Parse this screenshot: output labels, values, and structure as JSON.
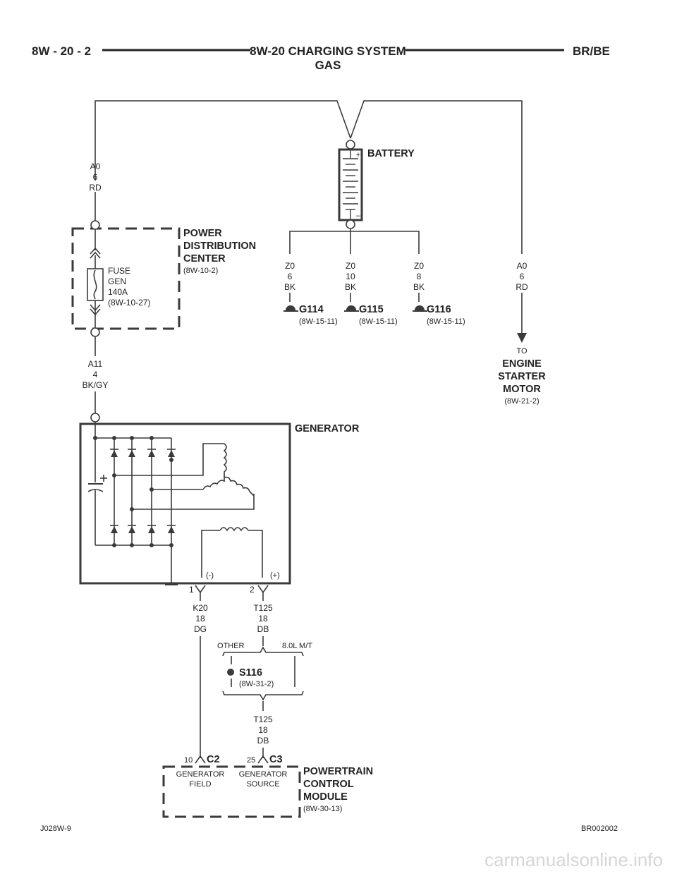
{
  "header": {
    "left": "8W - 20 - 2",
    "center_line1": "8W-20 CHARGING SYSTEM",
    "center_line2": "GAS",
    "right": "BR/BE"
  },
  "battery": {
    "label": "BATTERY",
    "plus": "+",
    "minus": "–"
  },
  "wires": {
    "a0_left": [
      "A0",
      "6",
      "RD"
    ],
    "a11": [
      "A11",
      "4",
      "BK/GY"
    ],
    "z0_a": [
      "Z0",
      "6",
      "BK"
    ],
    "z0_b": [
      "Z0",
      "10",
      "BK"
    ],
    "z0_c": [
      "Z0",
      "8",
      "BK"
    ],
    "a0_right": [
      "A0",
      "6",
      "RD"
    ],
    "k20": [
      "K20",
      "18",
      "DG"
    ],
    "t125_top": [
      "T125",
      "18",
      "DB"
    ],
    "t125_bottom": [
      "T125",
      "18",
      "DB"
    ]
  },
  "pdc": {
    "title": [
      "POWER",
      "DISTRIBUTION",
      "CENTER"
    ],
    "ref": "(8W-10-2)",
    "fuse": [
      "FUSE",
      "GEN",
      "140A",
      "(8W-10-27)"
    ]
  },
  "grounds": [
    {
      "name": "G114",
      "ref": "(8W-15-11)"
    },
    {
      "name": "G115",
      "ref": "(8W-15-11)"
    },
    {
      "name": "G116",
      "ref": "(8W-15-11)"
    }
  ],
  "starter": {
    "to": "TO",
    "title": [
      "ENGINE",
      "STARTER",
      "MOTOR"
    ],
    "ref": "(8W-21-2)"
  },
  "generator": {
    "label": "GENERATOR",
    "neg": "(-)",
    "pos": "(+)",
    "pin1": "1",
    "pin2": "2"
  },
  "splice": {
    "other": "OTHER",
    "engine": "8.0L M/T",
    "name": "S116",
    "ref": "(8W-31-2)"
  },
  "pcm": {
    "pin_c2": "10",
    "conn_c2": "C2",
    "pin_c3": "25",
    "conn_c3": "C3",
    "field_label": [
      "GENERATOR",
      "FIELD"
    ],
    "source_label": [
      "GENERATOR",
      "SOURCE"
    ],
    "title": [
      "POWERTRAIN",
      "CONTROL",
      "MODULE"
    ],
    "ref": "(8W-30-13)"
  },
  "footer": {
    "left": "J028W-9",
    "right": "BR002002"
  },
  "watermark": "carmanualsonline.info"
}
